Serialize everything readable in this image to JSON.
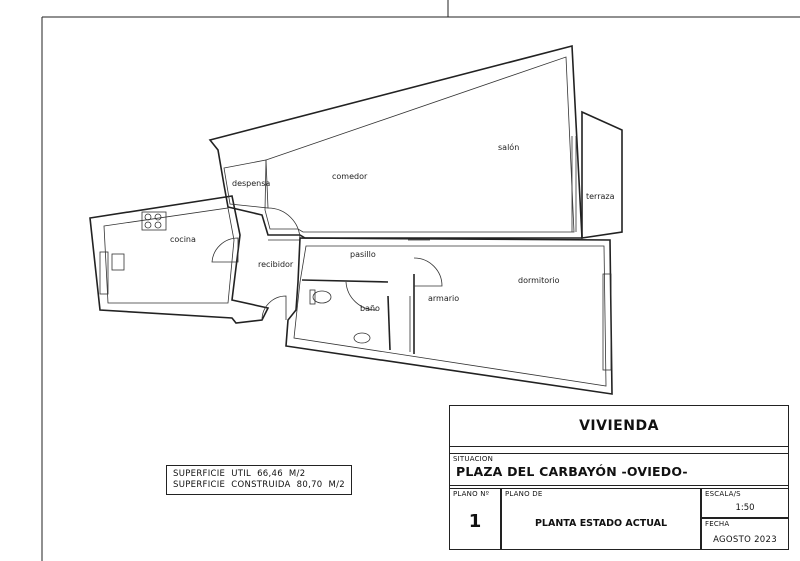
{
  "rooms": {
    "despensa": "despensa",
    "comedor": "comedor",
    "salon": "salón",
    "terraza": "terraza",
    "cocina": "cocina",
    "recibidor": "recibidor",
    "pasillo": "pasillo",
    "dormitorio": "dormitorio",
    "armario": "armario",
    "bano": "baño"
  },
  "surface": {
    "util": "SUPERFICIE  UTIL  66,46  M/2",
    "construida": "SUPERFICIE  CONSTRUIDA  80,70  M/2"
  },
  "title_block": {
    "title": "VIVIENDA",
    "situacion_label": "SITUACION",
    "situacion_value": "PLAZA DEL CARBAYÓN -OVIEDO-",
    "plano_no_label": "PLANO Nº",
    "plano_no_value": "1",
    "plano_de_label": "PLANO DE",
    "plano_de_value": "PLANTA ESTADO ACTUAL",
    "escala_label": "ESCALA/S",
    "escala_value": "1:50",
    "fecha_label": "FECHA",
    "fecha_value": "AGOSTO 2023"
  }
}
